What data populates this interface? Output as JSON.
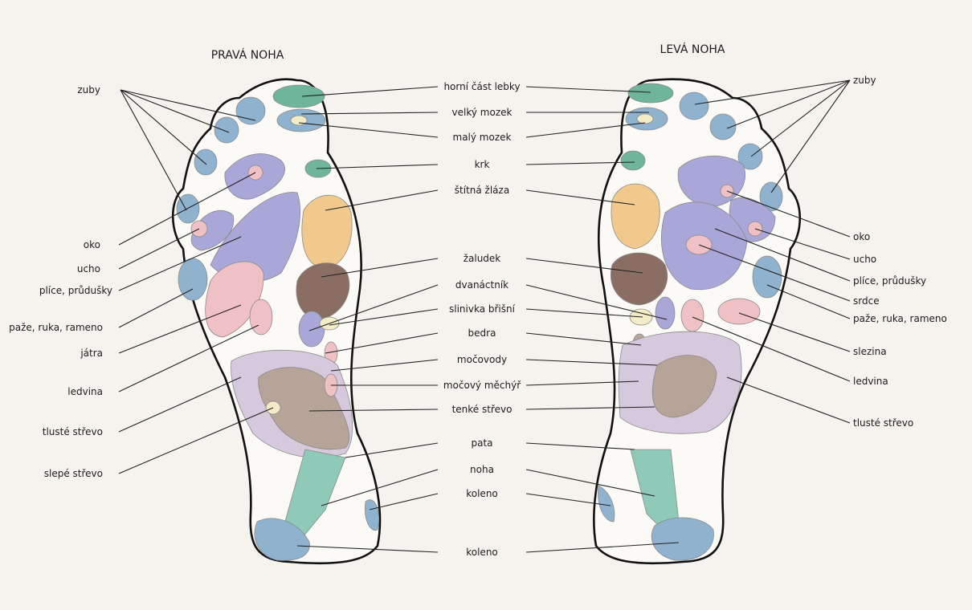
{
  "titles": {
    "right_foot": "PRAVÁ NOHA",
    "left_foot": "LEVÁ NOHA"
  },
  "center_labels": {
    "skull_top": "horní část lebky",
    "cerebrum": "velký mozek",
    "cerebellum": "malý mozek",
    "neck": "krk",
    "thyroid": "štítná žláza",
    "stomach": "žaludek",
    "duodenum": "dvanáctník",
    "pancreas": "slinivka břišní",
    "hips": "bedra",
    "ureters": "močovody",
    "bladder": "močový měchýř",
    "small_intestine": "tenké střevo",
    "heel": "pata",
    "leg": "noha",
    "knee_upper": "koleno",
    "knee_lower": "koleno"
  },
  "right_foot_labels": {
    "teeth": "zuby",
    "eye": "oko",
    "ear": "ucho",
    "lungs": "plíce, průdušky",
    "arm": "paže, ruka, rameno",
    "liver": "játra",
    "kidney": "ledvina",
    "colon": "tlusté střevo",
    "appendix": "slepé střevo"
  },
  "left_foot_labels": {
    "teeth": "zuby",
    "eye": "oko",
    "ear": "ucho",
    "lungs": "plíce, průdušky",
    "heart": "srdce",
    "arm": "paže, ruka, rameno",
    "spleen": "slezina",
    "kidney": "ledvina",
    "colon": "tlusté střevo"
  },
  "colors": {
    "background": "#f6f3ee",
    "blue": "#8fb3cf",
    "lavender": "#a9a6d8",
    "green": "#6fb59a",
    "teal": "#8fc9b8",
    "orange": "#f2c98c",
    "brown": "#8a6e63",
    "pink": "#efc1c4",
    "light_lilac": "#d6c8dd",
    "tan": "#b7a498",
    "cream": "#f3ecc6"
  }
}
